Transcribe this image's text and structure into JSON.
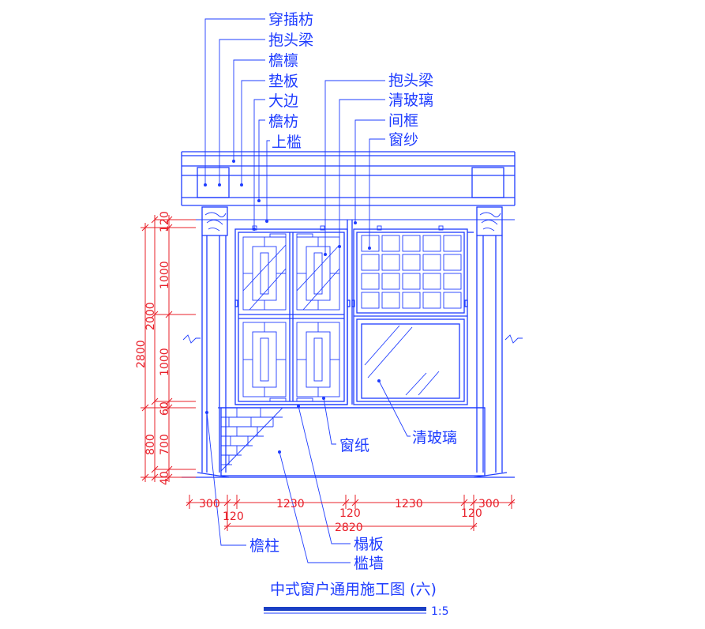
{
  "labels": {
    "chuan_cha_fang": "穿插枋",
    "bao_tou_liang": "抱头梁",
    "yan_lin": "檐檩",
    "dian_ban": "垫板",
    "da_bian": "大边",
    "yan_fang": "檐枋",
    "shang_jian": "上槛",
    "bao_tou_liang_2": "抱头梁",
    "qing_bo_li_top": "清玻璃",
    "jian_kuang": "间框",
    "chuang_sha": "窗纱",
    "chuang_zhi": "窗纸",
    "qing_bo_li_right": "清玻璃",
    "yan_zhu": "檐柱",
    "ta_ban": "榻板",
    "jian_qiang": "槛墙"
  },
  "dimensions": {
    "left_120": "120",
    "left_1000_top": "1000",
    "left_2000": "2000",
    "left_1000_bottom": "1000",
    "left_60": "60",
    "left_700": "700",
    "left_40": "40",
    "left_2800": "2800",
    "left_800": "800",
    "bottom_300_left": "300",
    "bottom_1230_left": "1230",
    "bottom_1230_right": "1230",
    "bottom_300_right": "300",
    "bottom_120_a": "120",
    "bottom_120_b": "120",
    "bottom_120_c": "120",
    "bottom_2820": "2820"
  },
  "title": {
    "text": "中式窗户通用施工图 (六)",
    "scale": "1:5"
  },
  "colors": {
    "drawing_blue": "#1e3cff",
    "dimension_red": "#e8202a",
    "title_bar": "#1a3fc4"
  }
}
